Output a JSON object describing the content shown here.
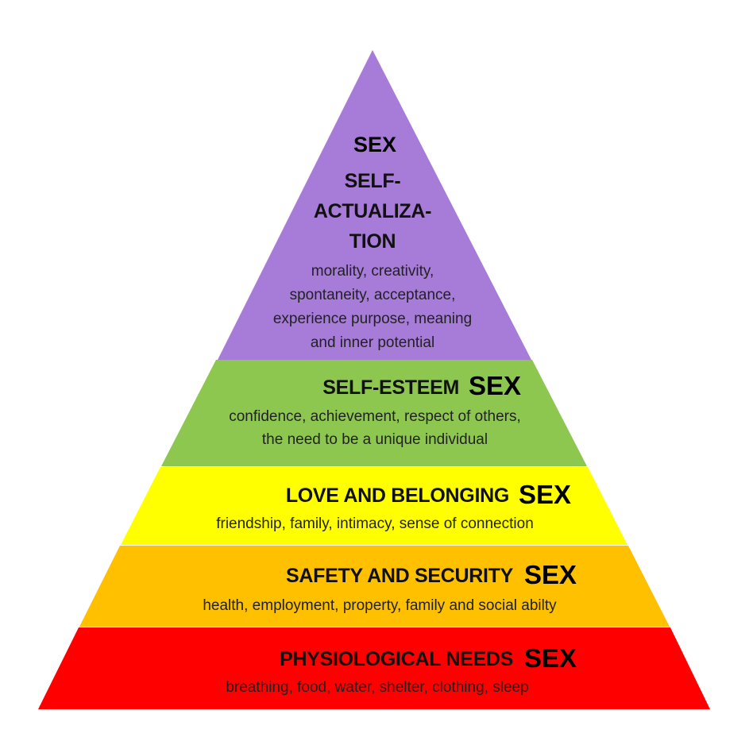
{
  "levels": [
    {
      "id": "self-actualization",
      "color": "#A77BD8",
      "sex_label": "SEX",
      "title_lines": [
        "SELF-",
        "ACTUALIZA-",
        "TION"
      ],
      "desc_lines": [
        "morality, creativity,",
        "spontaneity, acceptance,",
        "experience purpose, meaning",
        "and inner potential"
      ]
    },
    {
      "id": "self-esteem",
      "color": "#8DC750",
      "title": "SELF-ESTEEM",
      "sex_label": "SEX",
      "desc_lines": [
        "confidence, achievement, respect of others,",
        "the need to be a unique individual"
      ]
    },
    {
      "id": "love-belonging",
      "color": "#FFFF00",
      "title": "LOVE AND BELONGING",
      "sex_label": "SEX",
      "desc_lines": [
        "friendship, family, intimacy, sense of connection"
      ]
    },
    {
      "id": "safety-security",
      "color": "#FFC000",
      "title": "SAFETY AND SECURITY",
      "sex_label": "SEX",
      "desc_lines": [
        "health, employment, property, family and social abilty"
      ]
    },
    {
      "id": "physiological",
      "color": "#FF0000",
      "title": "PHYSIOLOGICAL NEEDS",
      "sex_label": "SEX",
      "desc_lines": [
        "breathing, food, water, shelter, clothing, sleep"
      ]
    }
  ]
}
